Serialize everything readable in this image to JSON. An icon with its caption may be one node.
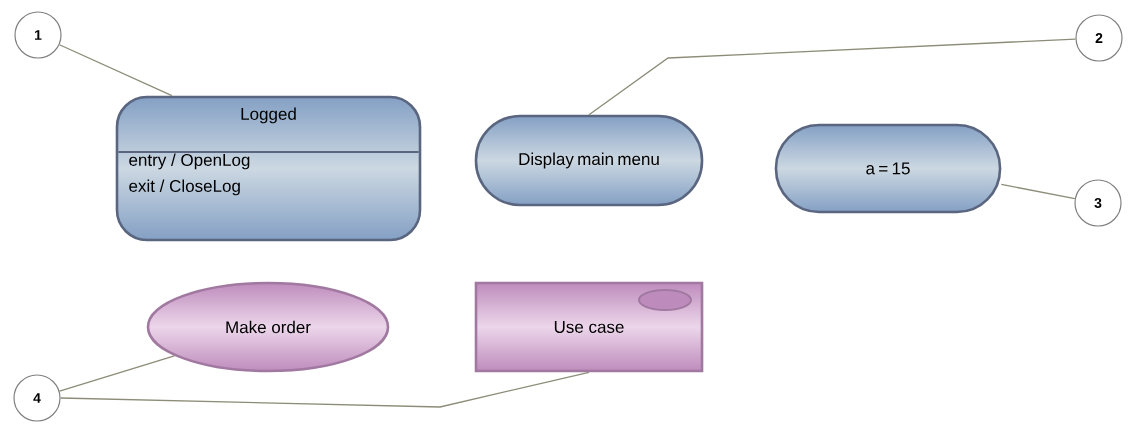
{
  "diagram": {
    "nodes": [
      {
        "text": [
          "1"
        ]
      },
      {
        "text": [
          "2"
        ]
      },
      {
        "text": [
          "Logged",
          "entry / OpenLog",
          "exit / CloseLog"
        ]
      },
      {
        "text": [
          "Display main menu"
        ]
      },
      {
        "text": [
          "a = 15"
        ]
      },
      {
        "text": [
          "3"
        ]
      },
      {
        "text": [
          "4"
        ]
      },
      {
        "text": [
          "Make order"
        ]
      },
      {
        "text": [
          "Use case"
        ]
      }
    ],
    "edges": [
      {
        "from": 0,
        "to": 2,
        "arrow": "none"
      },
      {
        "from": 1,
        "to": 3,
        "arrow": "none"
      },
      {
        "from": 5,
        "to": 4,
        "arrow": "none"
      },
      {
        "from": 6,
        "to": 7,
        "arrow": "none"
      },
      {
        "from": 6,
        "to": 8,
        "arrow": "none"
      }
    ]
  }
}
